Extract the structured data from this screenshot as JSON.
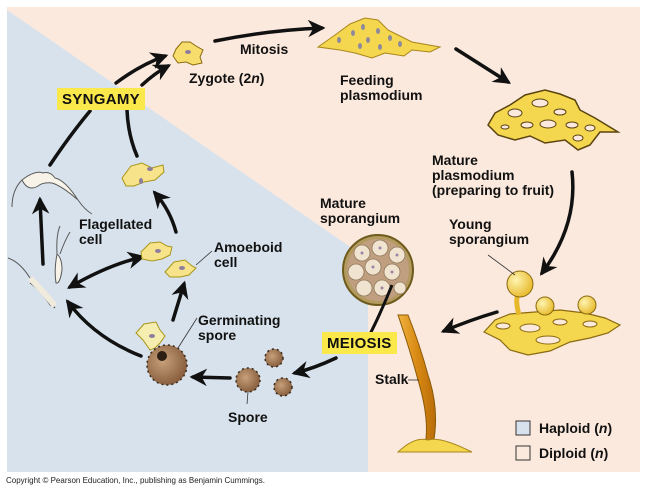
{
  "title": "Slime mold (plasmodial) life cycle",
  "colors": {
    "haploid_bg": "#d8e2ec",
    "diploid_bg": "#fbe9dd",
    "cell_yellow": "#f7e27a",
    "cell_yellow_light": "#f5eeb0",
    "spore_brown": "#a07a55",
    "stalk_orange": "#d8911c",
    "highlight_tag": "#fbe84a",
    "arrow": "#111111"
  },
  "stages": {
    "zygote": "Zygote (2n)",
    "zygote_main": "Zygote (2",
    "zygote_n": "n",
    "zygote_close": ")",
    "mitosis": "Mitosis",
    "feeding_plasmodium_l1": "Feeding",
    "feeding_plasmodium_l2": "plasmodium",
    "mature_plasmodium_l1": "Mature",
    "mature_plasmodium_l2": "plasmodium",
    "mature_plasmodium_l3": "(preparing to fruit)",
    "young_sporangium_l1": "Young",
    "young_sporangium_l2": "sporangium",
    "mature_sporangium_l1": "Mature",
    "mature_sporangium_l2": "sporangium",
    "stalk": "Stalk",
    "spore": "Spore",
    "germinating_spore_l1": "Germinating",
    "germinating_spore_l2": "spore",
    "amoeboid_cell_l1": "Amoeboid",
    "amoeboid_cell_l2": "cell",
    "flagellated_cell_l1": "Flagellated",
    "flagellated_cell_l2": "cell"
  },
  "processes": {
    "syngamy": "SYNGAMY",
    "meiosis": "MEIOSIS"
  },
  "legend": {
    "haploid_label": "Haploid (",
    "diploid_label": "Diploid (",
    "n": "n",
    "close": ")"
  },
  "copyright": "Copyright © Pearson Education, Inc., publishing as Benjamin Cummings."
}
